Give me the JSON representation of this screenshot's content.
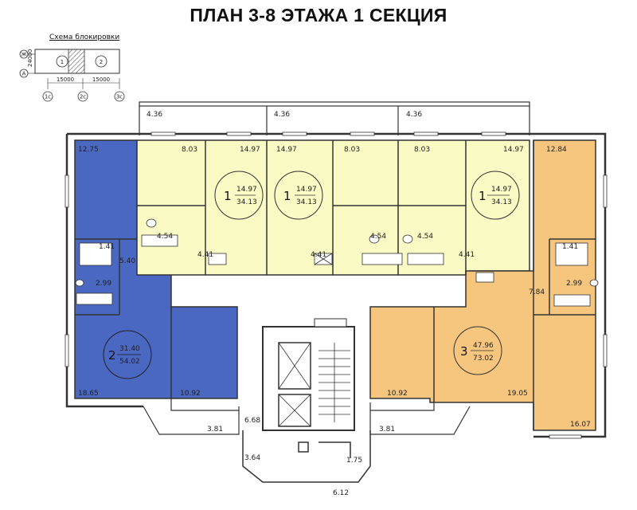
{
  "title": "ПЛАН 3-8 ЭТАЖА 1 СЕКЦИЯ",
  "legend": {
    "caption": "Схема блокировки",
    "row_labels": [
      "Ж",
      "А"
    ],
    "height_dim": "24000",
    "sections": [
      "1",
      "2"
    ],
    "dims": [
      "15000",
      "15000"
    ],
    "axes": [
      "1с",
      "2с",
      "3с"
    ]
  },
  "colors": {
    "blue": "#4a67c2",
    "yellow": "#fafac4",
    "orange": "#f7c67e",
    "wall": "#3a3a3a"
  },
  "balcony_labels": [
    "4.36",
    "4.36",
    "4.36"
  ],
  "apartments": [
    {
      "number": "1",
      "living": "14.97",
      "total": "34.13"
    },
    {
      "number": "1",
      "living": "14.97",
      "total": "34.13"
    },
    {
      "number": "1",
      "living": "14.97",
      "total": "34.13"
    },
    {
      "number": "2",
      "living": "31.40",
      "total": "54.02"
    },
    {
      "number": "3",
      "living": "47.96",
      "total": "73.02"
    }
  ],
  "room_labels": {
    "blue_top": "12.75",
    "y1_kitchen": "8.03",
    "y1_room": "14.97",
    "y2_room": "14.97",
    "y2_kitchen": "8.03",
    "y3_kitchen": "8.03",
    "y3_room": "14.97",
    "orange_top": "12.84",
    "y1_hall": "4.54",
    "y1_hall2": "4.41",
    "y2_hall2": "4.41",
    "y2_hall": "4.54",
    "y3_hall": "4.54",
    "y3_hall2": "4.41",
    "blue_wc": "1.41",
    "blue_bath": "2.99",
    "blue_hall": "5.40",
    "orange_wc": "1.41",
    "orange_bath": "2.99",
    "orange_hall": "7.84",
    "blue_room": "18.65",
    "blue_kitchen": "10.92",
    "orange_kitchen": "10.92",
    "orange_room": "19.05",
    "orange_room2": "16.07",
    "balcony_left": "3.81",
    "balcony_right": "3.81",
    "lobby": "6.68",
    "stair_left": "3.64",
    "stair_right": "1.75",
    "stair_bottom": "6.12"
  }
}
